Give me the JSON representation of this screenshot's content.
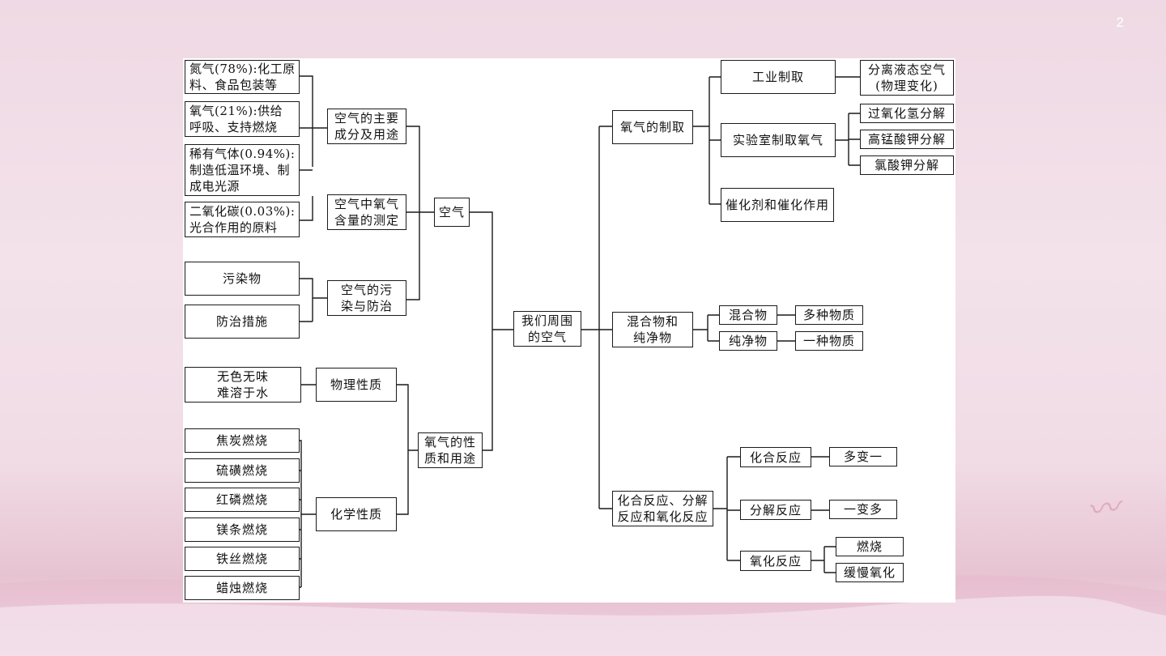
{
  "slide": {
    "number": "2"
  },
  "diagram": {
    "root": "我们周围\n的空气",
    "left": {
      "air": "空气",
      "air_main": "空气的主要\n成分及用途",
      "air_o2_measure": "空气中氧气\n含量的测定",
      "air_pollution": "空气的污\n染与防治",
      "n2": "氮气(78%):化工原\n料、食品包装等",
      "o2": "氧气(21%):供给\n呼吸、支持燃烧",
      "rare": "稀有气体(0.94%):\n制造低温环境、制\n成电光源",
      "co2": "二氧化碳(0.03%):\n光合作用的原料",
      "pollutants": "污染物",
      "prevention": "防治措施",
      "oxygen_prop": "氧气的性\n质和用途",
      "physical": "物理性质",
      "physical_desc": "无色无味\n难溶于水",
      "chemical": "化学性质",
      "burn": [
        "焦炭燃烧",
        "硫磺燃烧",
        "红磷燃烧",
        "镁条燃烧",
        "铁丝燃烧",
        "蜡烛燃烧"
      ]
    },
    "right": {
      "o2_prep": "氧气的制取",
      "industrial": "工业制取",
      "industrial_desc": "分离液态空气\n(物理变化)",
      "lab": "实验室制取氧气",
      "lab_methods": [
        "过氧化氢分解",
        "高锰酸钾分解",
        "氯酸钾分解"
      ],
      "catalyst": "催化剂和催化作用",
      "mixture_pure": "混合物和\n纯净物",
      "mixture": "混合物",
      "mixture_desc": "多种物质",
      "pure": "纯净物",
      "pure_desc": "一种物质",
      "reactions": "化合反应、分解\n反应和氧化反应",
      "combination": "化合反应",
      "combination_desc": "多变一",
      "decomposition": "分解反应",
      "decomposition_desc": "一变多",
      "oxidation": "氧化反应",
      "oxidation_types": [
        "燃烧",
        "缓慢氧化"
      ]
    }
  },
  "colors": {
    "line": "#1a1a1a",
    "panel": "#ffffff",
    "background": "#f1dce6"
  }
}
